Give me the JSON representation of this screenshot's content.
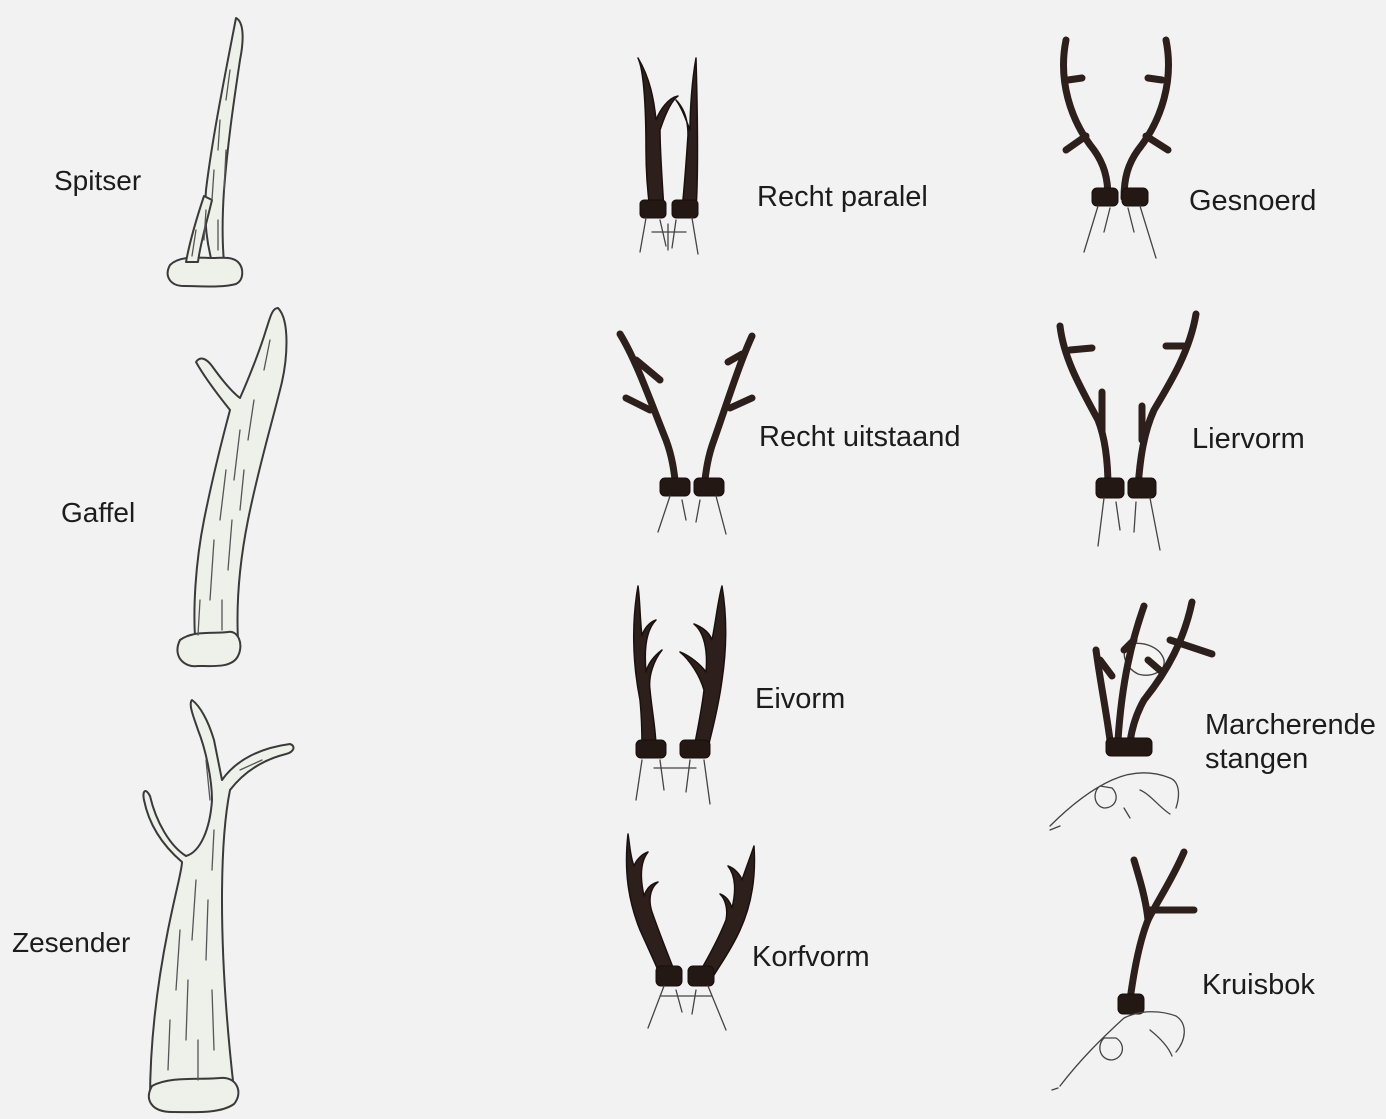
{
  "antler_types": {
    "single": [
      {
        "id": "spitser",
        "label": "Spitser"
      },
      {
        "id": "gaffel",
        "label": "Gaffel"
      },
      {
        "id": "zesender",
        "label": "Zesender"
      }
    ],
    "pairs_left": [
      {
        "id": "recht-paralel",
        "label": "Recht paralel"
      },
      {
        "id": "recht-uitstaand",
        "label": "Recht uitstaand"
      },
      {
        "id": "eivorm",
        "label": "Eivorm"
      },
      {
        "id": "korfvorm",
        "label": "Korfvorm"
      }
    ],
    "pairs_right": [
      {
        "id": "gesnoerd",
        "label": "Gesnoerd"
      },
      {
        "id": "liervorm",
        "label": "Liervorm"
      },
      {
        "id": "marcherende-stangen",
        "label_line1": "Marcherende",
        "label_line2": "stangen"
      },
      {
        "id": "kruisbok",
        "label": "Kruisbok"
      }
    ]
  },
  "colors": {
    "background": "#f2f2f2",
    "pale_antler": "#eef0ea",
    "dark_antler": "#2d1f1c",
    "text": "#1c1c1c"
  }
}
